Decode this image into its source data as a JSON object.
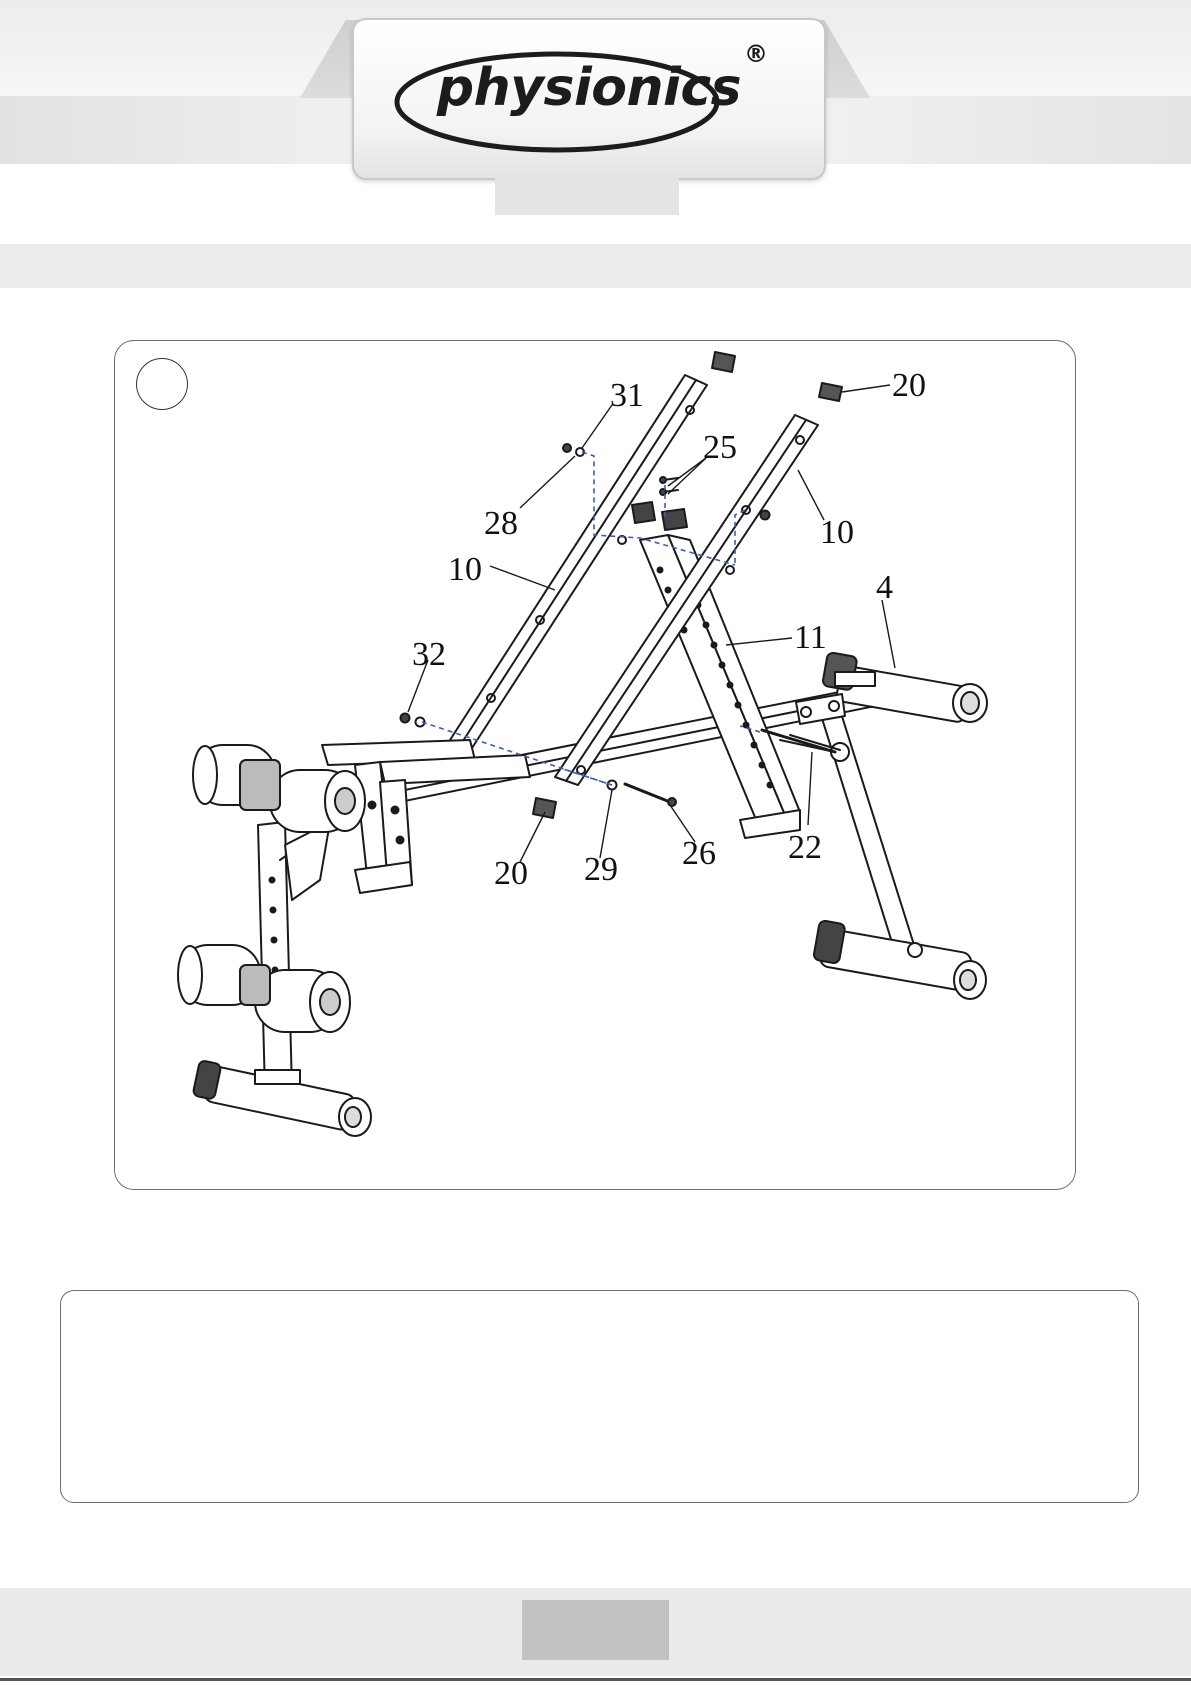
{
  "header": {
    "brand": "physionics",
    "registered_mark": "®"
  },
  "diagram": {
    "step_number": "",
    "labels": {
      "p31": "31",
      "p20_top": "20",
      "p25": "25",
      "p28": "28",
      "p10_right": "10",
      "p10_left": "10",
      "p4": "4",
      "p11": "11",
      "p32": "32",
      "p22": "22",
      "p26": "26",
      "p29": "29",
      "p20_bottom": "20"
    }
  },
  "note": {
    "text": ""
  },
  "footer": {
    "page_number": ""
  },
  "colors": {
    "line": "#1a1a1a",
    "assembly_dash": "#3a5fb5",
    "frame_border": "#6e6e6e"
  }
}
